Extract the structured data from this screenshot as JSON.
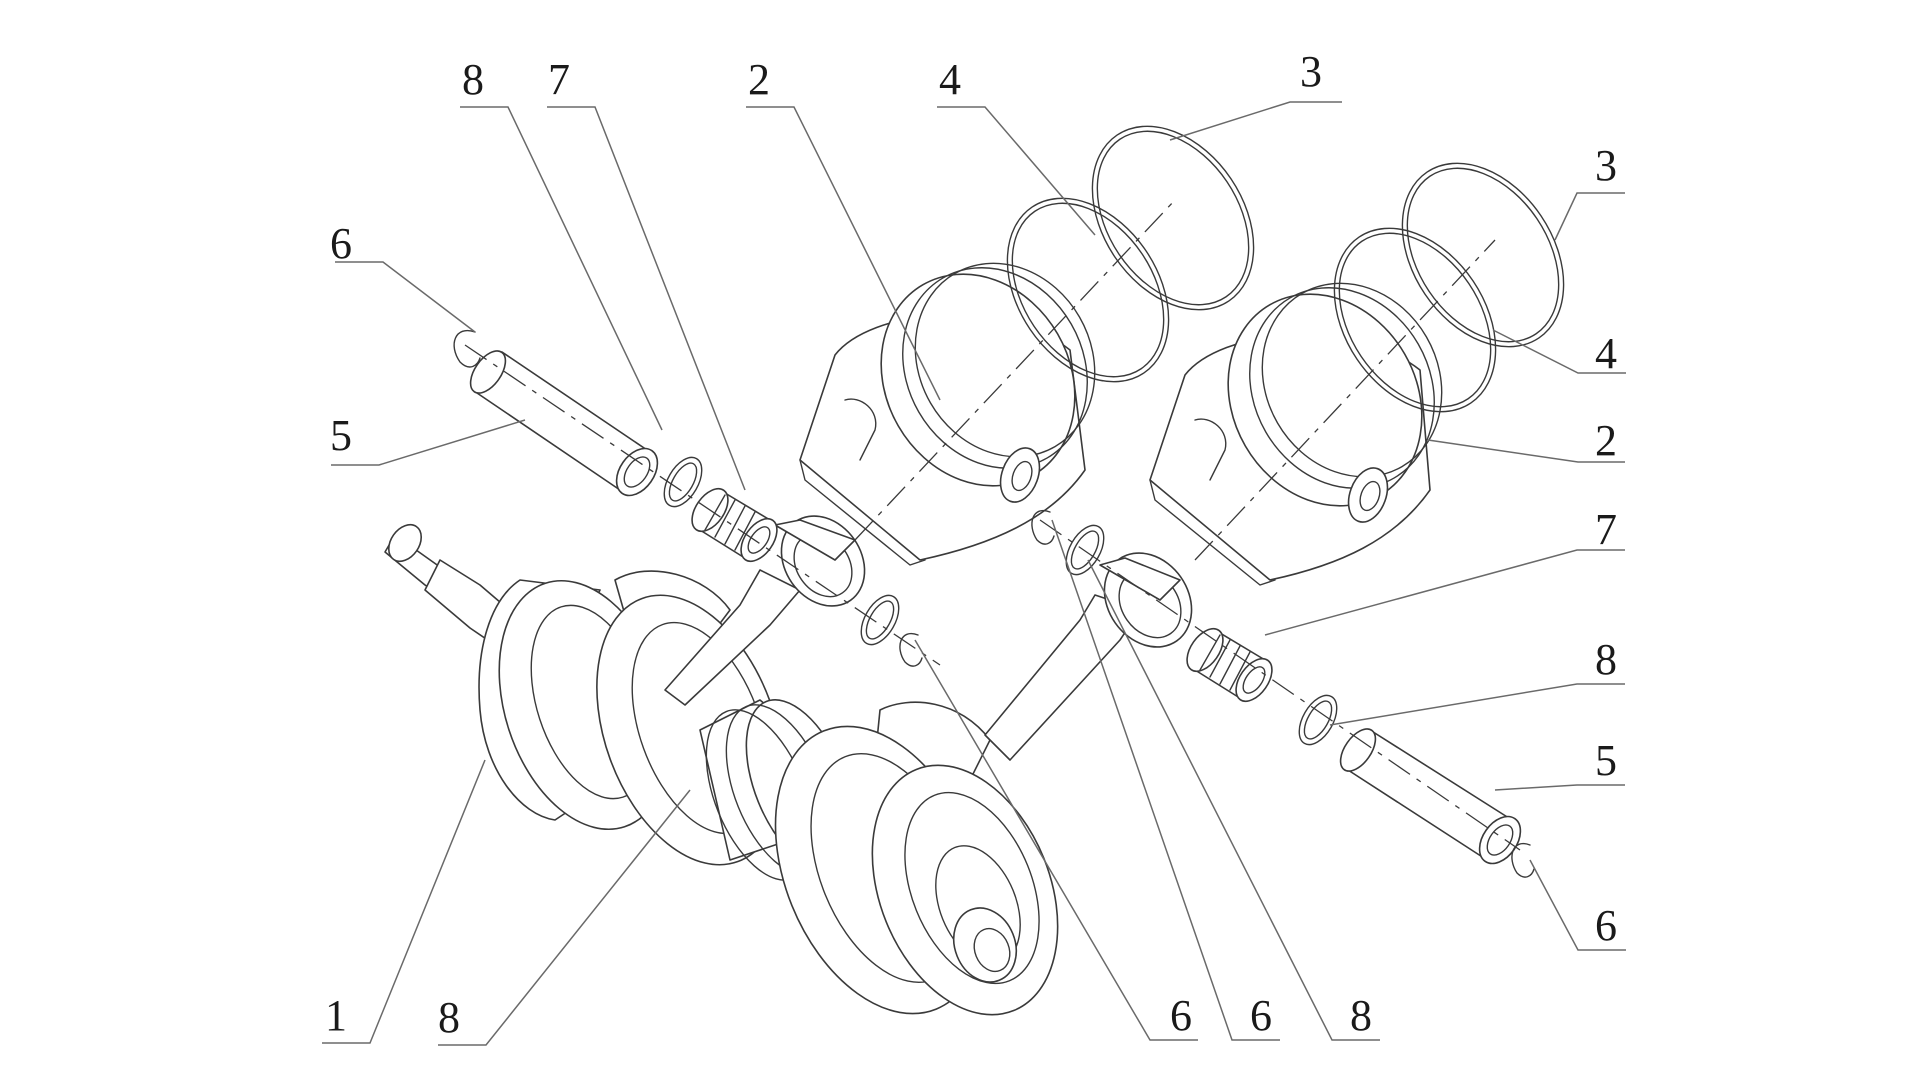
{
  "colors": {
    "background": "#ffffff",
    "line": "#3a3a3a",
    "leader": "#6a6a6a",
    "text": "#1a1a1a"
  },
  "callouts": [
    "1",
    "2",
    "2",
    "3",
    "3",
    "4",
    "4",
    "5",
    "5",
    "6",
    "6",
    "6",
    "6",
    "7",
    "7",
    "8",
    "8",
    "8",
    "8"
  ]
}
